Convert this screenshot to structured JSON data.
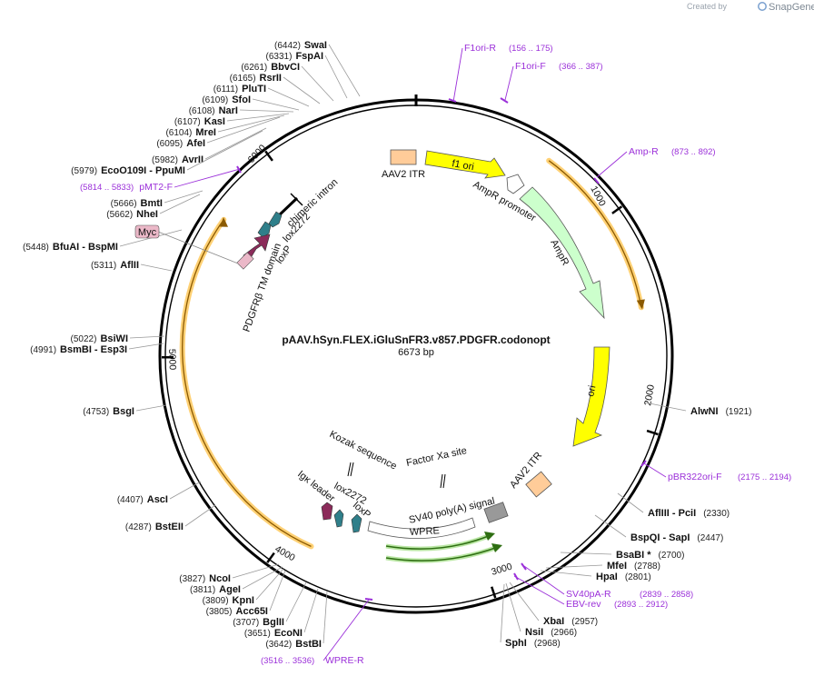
{
  "watermark": {
    "prefix": "Created by",
    "brand": "SnapGene"
  },
  "plasmid": {
    "name": "pAAV.hSyn.FLEX.iGluSnFR3.v857.PDGFR.codonopt",
    "length": "6673 bp"
  },
  "ticks": [
    "1000",
    "2000",
    "3000",
    "4000",
    "5000",
    "6000"
  ],
  "enzymes": [
    {
      "name": "SwaI",
      "pos": "(6442)"
    },
    {
      "name": "FspAI",
      "pos": "(6331)"
    },
    {
      "name": "BbvCI",
      "pos": "(6261)"
    },
    {
      "name": "RsrII",
      "pos": "(6165)"
    },
    {
      "name": "PluTI",
      "pos": "(6111)"
    },
    {
      "name": "SfoI",
      "pos": "(6109)"
    },
    {
      "name": "NarI",
      "pos": "(6108)"
    },
    {
      "name": "KasI",
      "pos": "(6107)"
    },
    {
      "name": "MreI",
      "pos": "(6104)"
    },
    {
      "name": "AfeI",
      "pos": "(6095)"
    },
    {
      "name": "AvrII",
      "pos": "(5982)"
    },
    {
      "name": "EcoO109I  -  PpuMI",
      "pos": "(5979)"
    },
    {
      "name": "BmtI",
      "pos": "(5666)"
    },
    {
      "name": "NheI",
      "pos": "(5662)"
    },
    {
      "name": "BfuAI   -  BspMI",
      "pos": "(5448)"
    },
    {
      "name": "AflII",
      "pos": "(5311)"
    },
    {
      "name": "BsiWI",
      "pos": "(5022)"
    },
    {
      "name": "BsmBI   -  Esp3I",
      "pos": "(4991)"
    },
    {
      "name": "BsgI",
      "pos": "(4753)"
    },
    {
      "name": "AscI",
      "pos": "(4407)"
    },
    {
      "name": "BstEII",
      "pos": "(4287)"
    },
    {
      "name": "NcoI",
      "pos": "(3827)"
    },
    {
      "name": "AgeI",
      "pos": "(3811)"
    },
    {
      "name": "KpnI",
      "pos": "(3809)"
    },
    {
      "name": "Acc65I",
      "pos": "(3805)"
    },
    {
      "name": "BglII",
      "pos": "(3707)"
    },
    {
      "name": "EcoNI",
      "pos": "(3651)"
    },
    {
      "name": "BstBI",
      "pos": "(3642)"
    },
    {
      "name": "AlwNI",
      "pos": "(1921)"
    },
    {
      "name": "AflIII  -  PciI",
      "pos": "(2330)"
    },
    {
      "name": "BspQI   -  SapI",
      "pos": "(2447)"
    },
    {
      "name": "BsaBI  *",
      "pos": "(2700)"
    },
    {
      "name": "MfeI",
      "pos": "(2788)"
    },
    {
      "name": "HpaI",
      "pos": "(2801)"
    },
    {
      "name": "XbaI",
      "pos": "(2957)"
    },
    {
      "name": "NsiI",
      "pos": "(2966)"
    },
    {
      "name": "SphI",
      "pos": "(2968)"
    }
  ],
  "primers": [
    {
      "name": "F1ori-R",
      "pos": "(156 .. 175)"
    },
    {
      "name": "F1ori-F",
      "pos": "(366 .. 387)"
    },
    {
      "name": "Amp-R",
      "pos": "(873 .. 892)"
    },
    {
      "name": "pBR322ori-F",
      "pos": "(2175 .. 2194)"
    },
    {
      "name": "SV40pA-R",
      "pos": "(2839 .. 2858)"
    },
    {
      "name": "EBV-rev",
      "pos": "(2893 .. 2912)"
    },
    {
      "name": "WPRE-R",
      "pos": "(3516 .. 3536)"
    },
    {
      "name": "pMT2-F",
      "pos": "(5814 .. 5833)"
    }
  ],
  "features": {
    "aav2_itr_top": "AAV2 ITR",
    "f1_ori": "f1 ori",
    "ampr_promoter": "AmpR promoter",
    "ampr": "AmpR",
    "ori": "ori",
    "aav2_itr_bottom": "AAV2 ITR",
    "sv40_polya": "SV40 poly(A) signal",
    "wpre": "WPRE",
    "factor_xa": "Factor Xa site",
    "kozak": "Kozak sequence",
    "lox2272_bottom": "lox2272",
    "igk_leader": "Igκ leader",
    "loxp_bottom": "loxP",
    "chimeric_intron": "chimeric intron",
    "lox2272_top": "lox2272",
    "loxp_top": "loxP",
    "pdgfrb_tm": "PDGFRβ TM domain",
    "myc": "Myc"
  },
  "colors": {
    "primer": "#9b30d9",
    "f1_ori": "#ffff00",
    "ori": "#ffff00",
    "ampr": "#ccffcc",
    "aav2_itr": "#ffcc99",
    "lox": "#2f7f8a",
    "igk_leader": "#8b2b5a",
    "pdgfrb": "#8b2b5a",
    "myc": "#ebb8c8",
    "orf_line": "#ffcc66",
    "green_arrow": "#4caa1d",
    "polya": "#999999"
  }
}
